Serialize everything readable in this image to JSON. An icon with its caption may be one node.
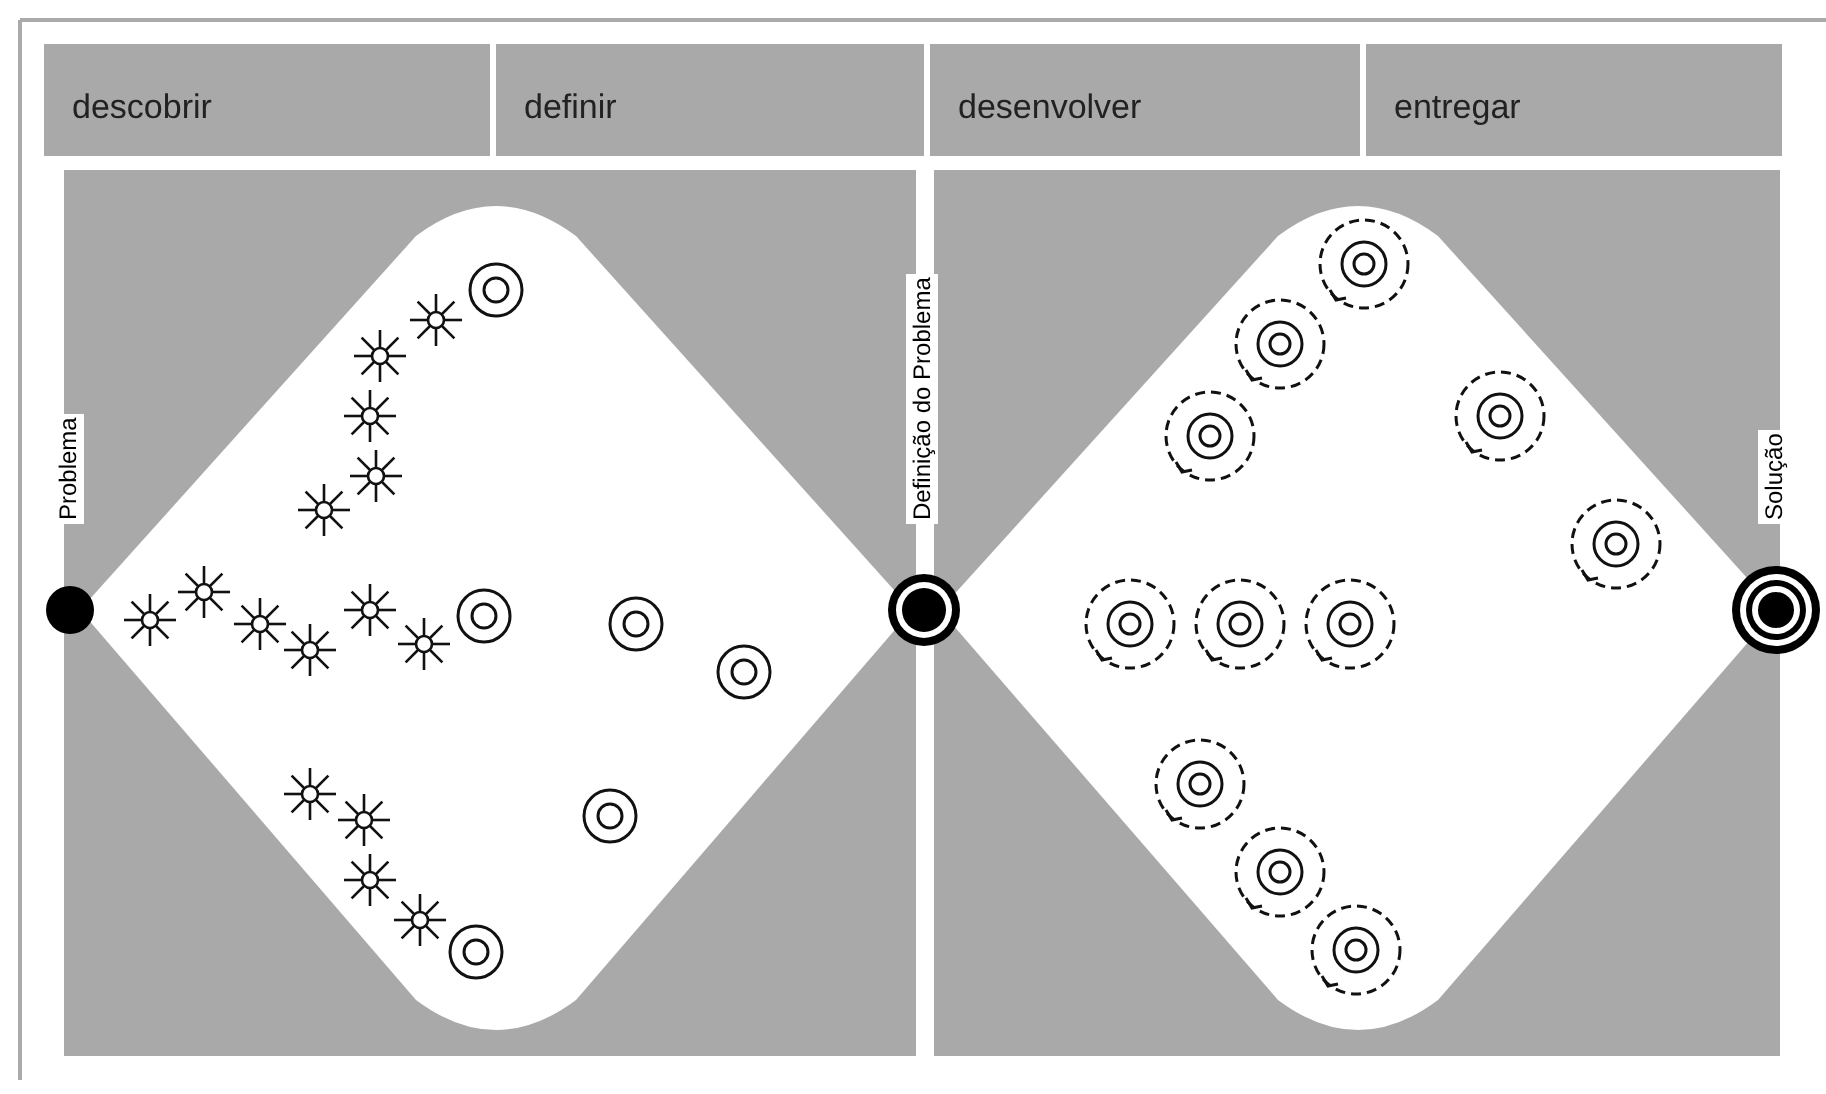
{
  "diagram": {
    "nodes": [
      {
        "text": [
          "descobrir"
        ]
      },
      {
        "text": [
          "definir"
        ]
      },
      {
        "text": [
          "desenvolver"
        ]
      },
      {
        "text": [
          "entregar"
        ]
      },
      {
        "text": [
          "Problema"
        ]
      },
      {
        "text": [
          "Definição do Problema"
        ]
      },
      {
        "text": [
          "Solução"
        ]
      }
    ]
  }
}
